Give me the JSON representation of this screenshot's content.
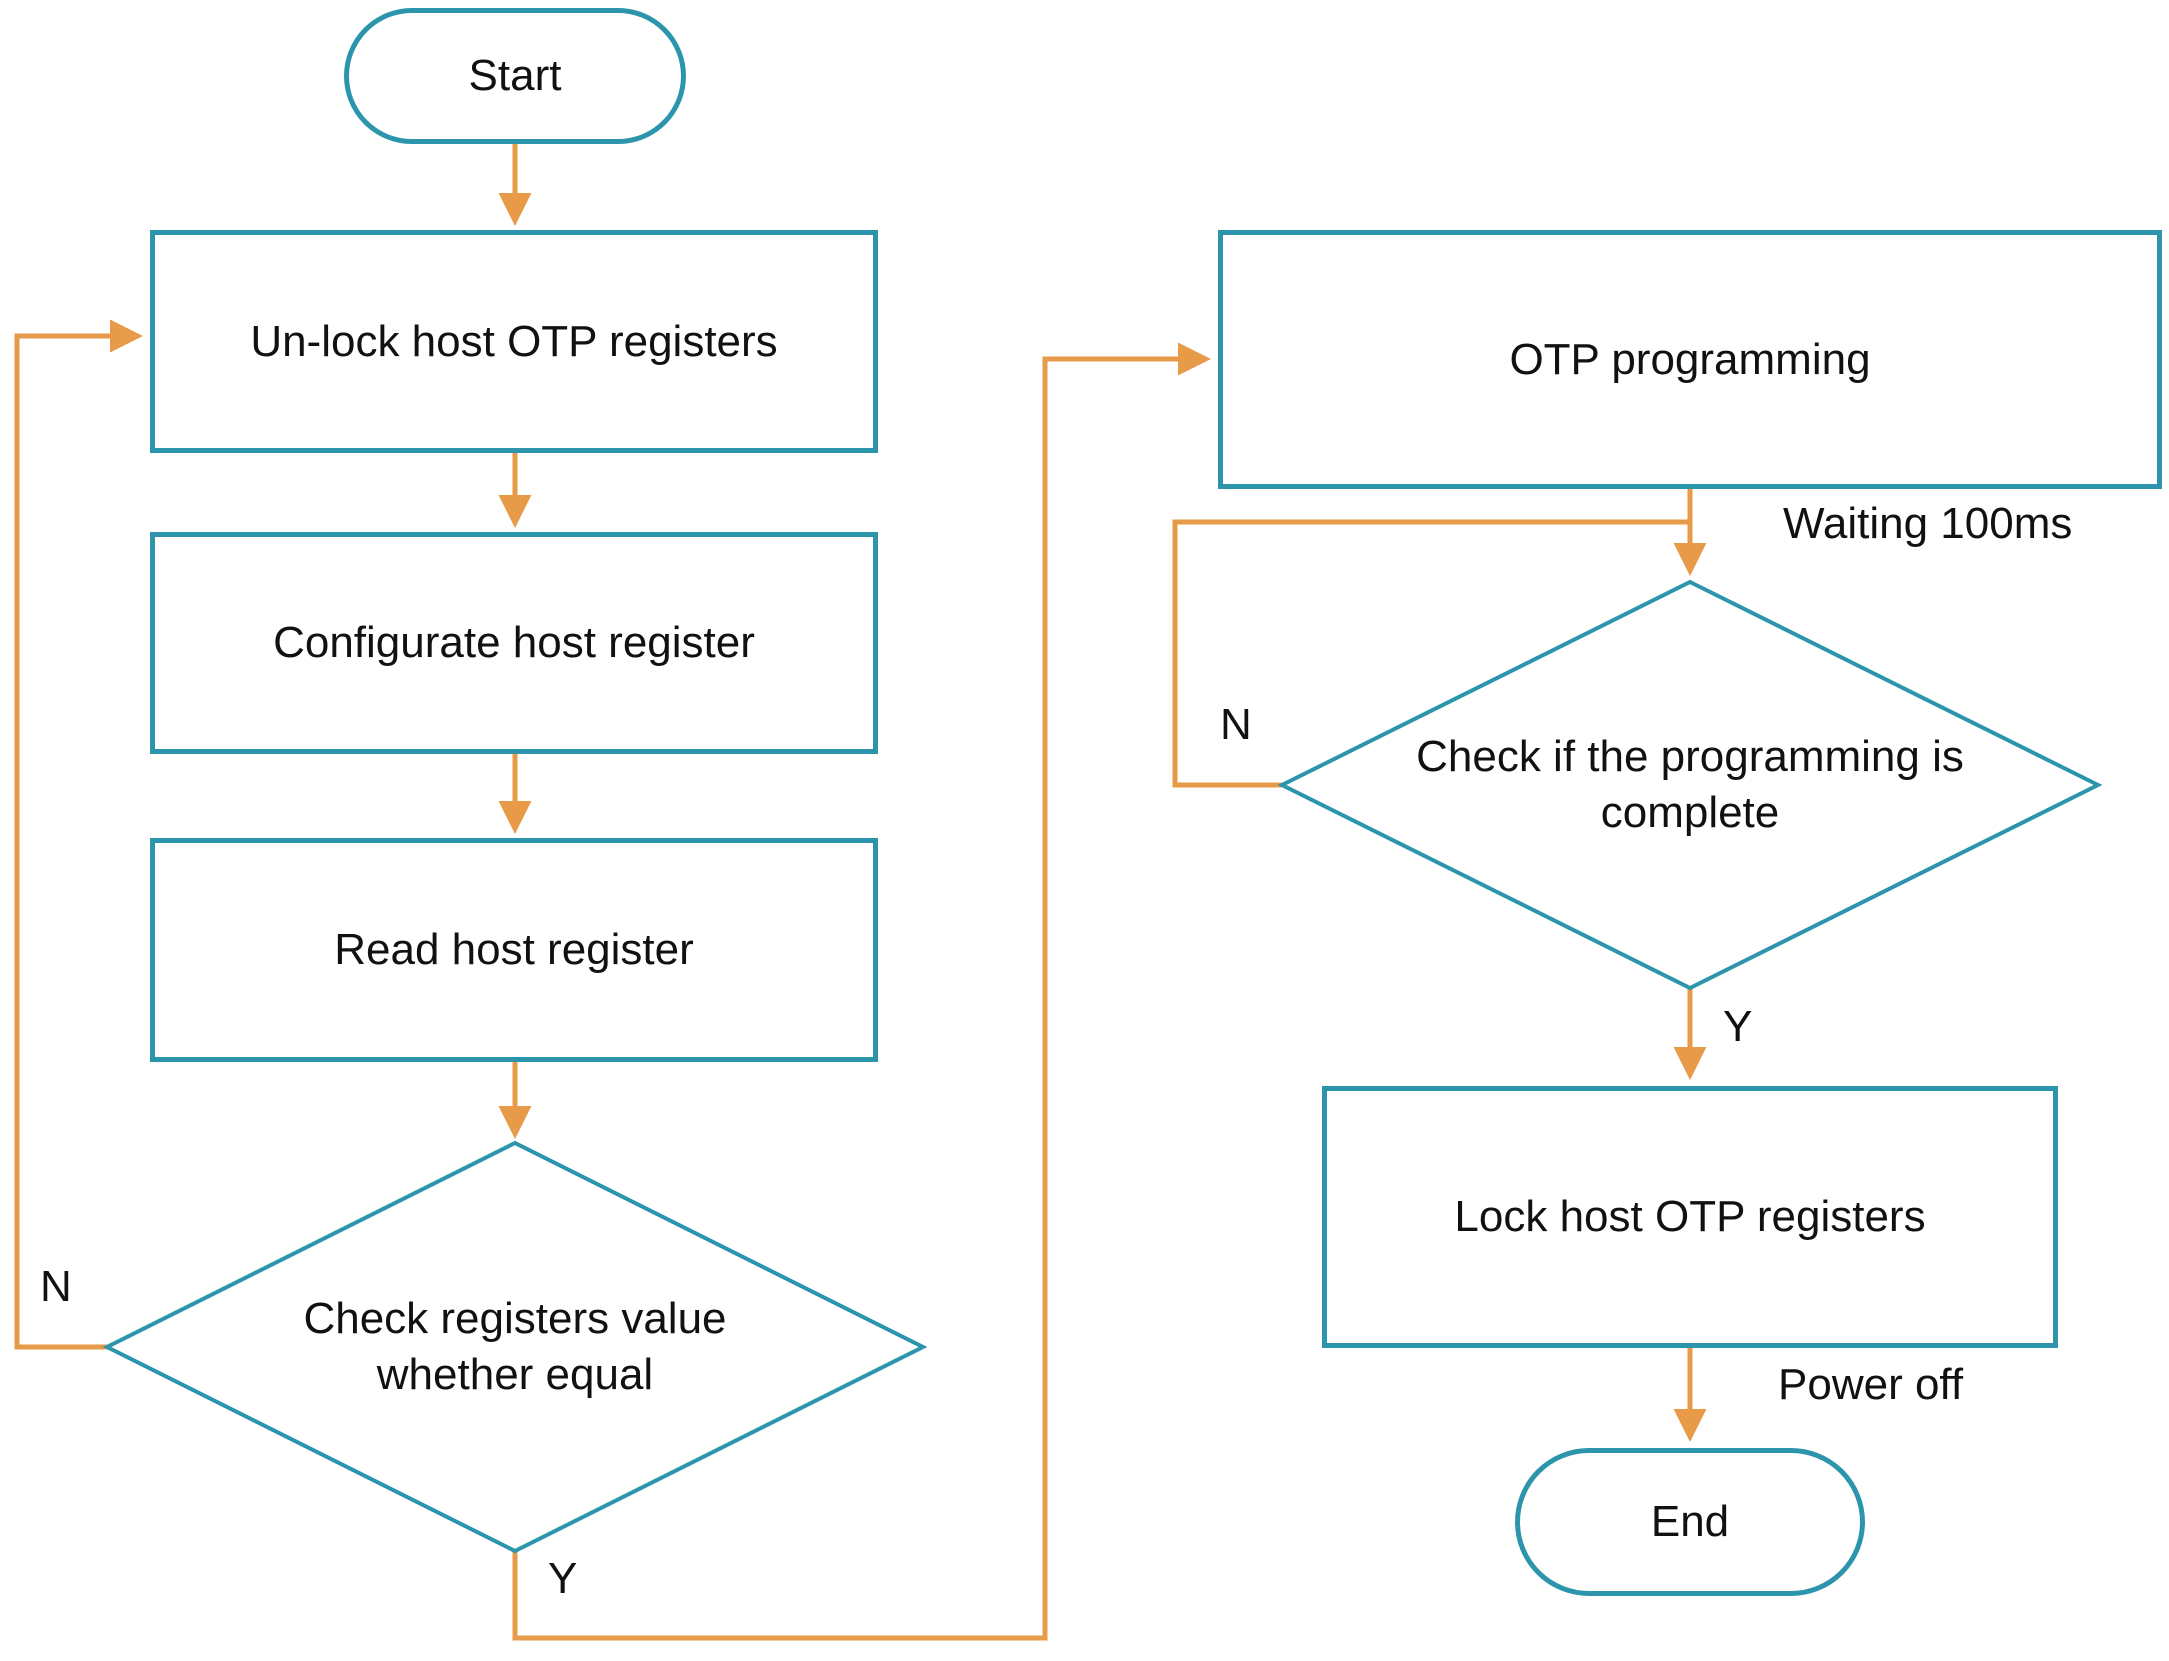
{
  "colors": {
    "node_border": "#2C95AC",
    "connector": "#E79A48",
    "label_text": "#111111",
    "background": "#FFFFFF"
  },
  "nodes": {
    "start": "Start",
    "unlock": "Un-lock host OTP registers",
    "configurate": "Configurate host register",
    "read": "Read host register",
    "check_equal": "Check registers value whether equal",
    "otp_programming": "OTP programming",
    "check_complete": "Check if the programming is complete",
    "lock": "Lock host OTP registers",
    "end": "End"
  },
  "labels": {
    "check_equal_no": "N",
    "check_equal_yes": "Y",
    "check_complete_no": "N",
    "check_complete_yes": "Y",
    "waiting_note": "Waiting 100ms",
    "power_note": "Power off"
  }
}
